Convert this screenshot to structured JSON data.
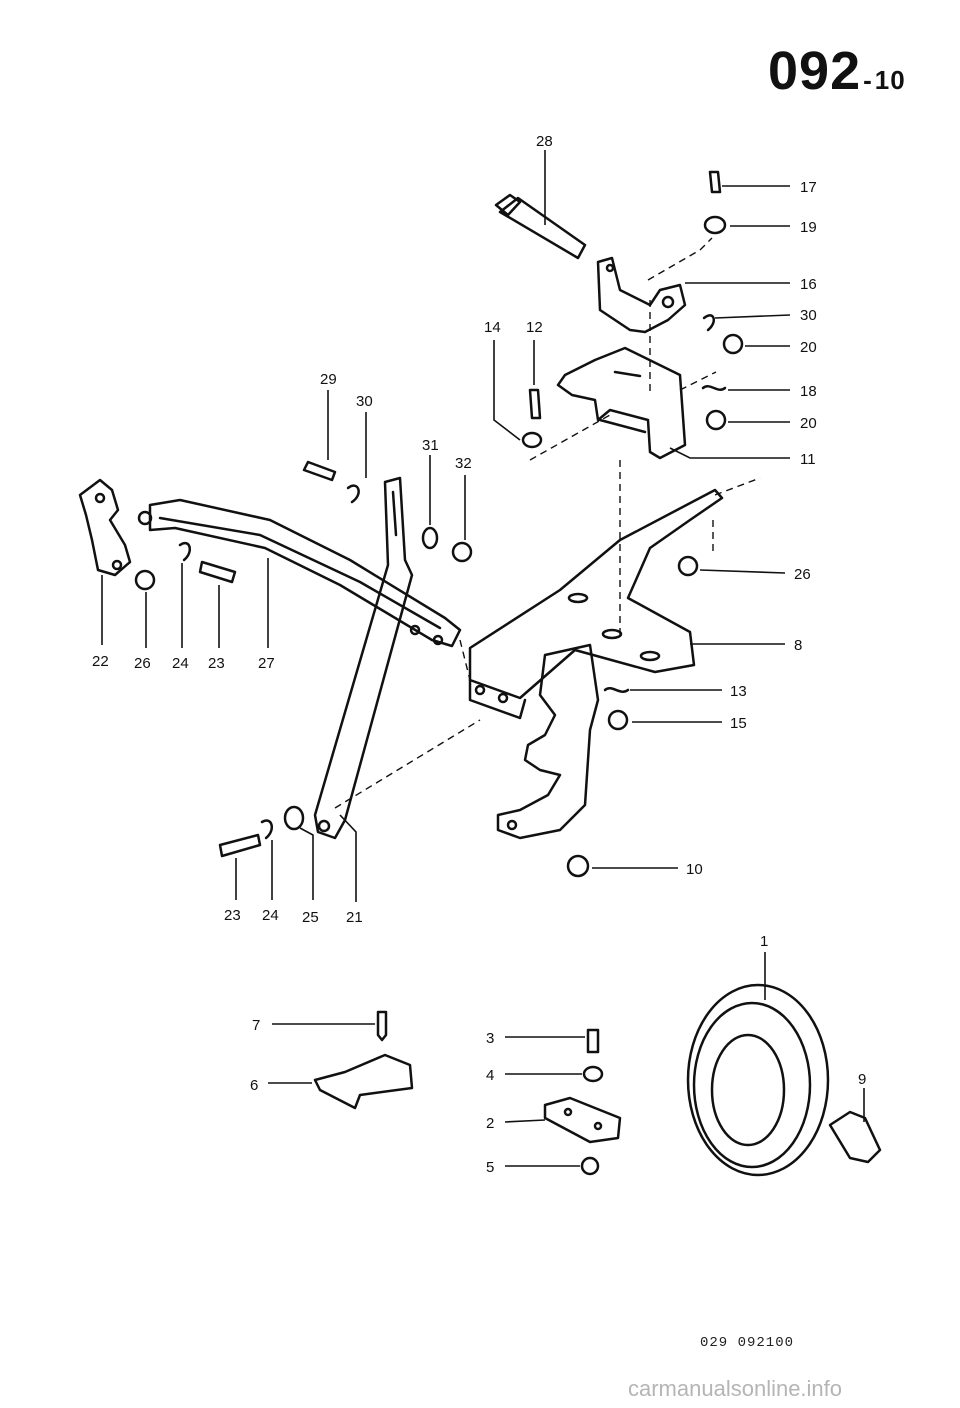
{
  "header": {
    "page_number": "092",
    "page_suffix": "10"
  },
  "footer": {
    "drawing_code": "029 092100",
    "watermark": "carmanualsonline.info"
  },
  "callouts": {
    "c1": "1",
    "c2": "2",
    "c3": "3",
    "c4": "4",
    "c5": "5",
    "c6": "6",
    "c7": "7",
    "c8": "8",
    "c9": "9",
    "c10": "10",
    "c11": "11",
    "c12": "12",
    "c13": "13",
    "c14": "14",
    "c15": "15",
    "c16": "16",
    "c17": "17",
    "c18": "18",
    "c19": "19",
    "c20a": "20",
    "c20b": "20",
    "c21": "21",
    "c22": "22",
    "c23a": "23",
    "c23b": "23",
    "c24a": "24",
    "c24b": "24",
    "c25": "25",
    "c26a": "26",
    "c26b": "26",
    "c27": "27",
    "c28": "28",
    "c29": "29",
    "c30a": "30",
    "c30b": "30",
    "c31": "31",
    "c32": "32"
  },
  "colors": {
    "ink": "#111111",
    "paper": "#ffffff",
    "watermark": "#b5b5b5"
  }
}
